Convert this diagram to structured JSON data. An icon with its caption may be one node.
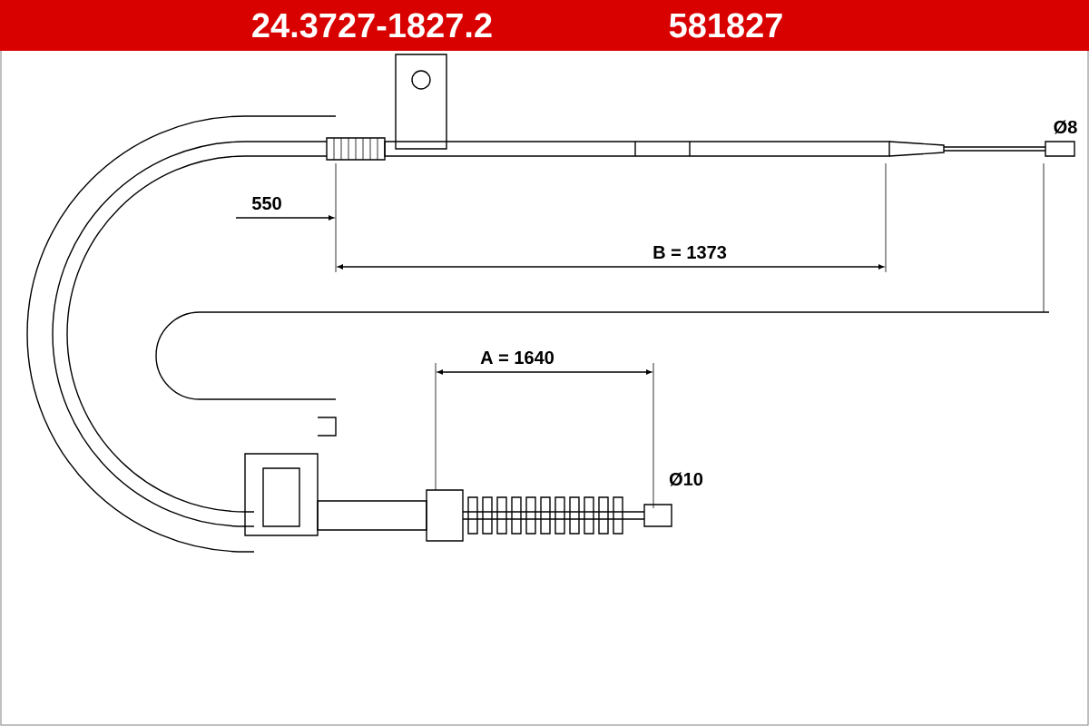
{
  "diagram": {
    "title": "24.3727-1827.2",
    "labels": [
      "581827",
      "550",
      "B = 1373",
      "A = 1640",
      "Ø8",
      "Ø10"
    ]
  }
}
